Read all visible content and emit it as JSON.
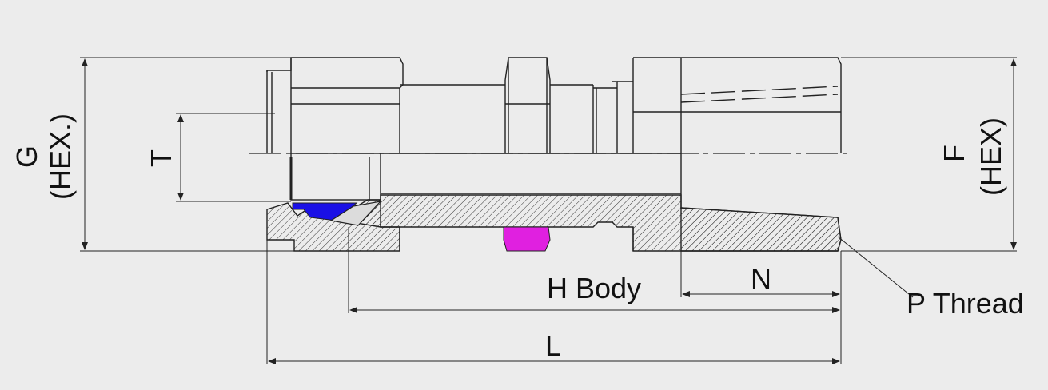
{
  "labels": {
    "g": "G",
    "g_hex": "(HEX.)",
    "t": "T",
    "f": "F",
    "f_hex": "(HEX)",
    "h_body": "H Body",
    "n": "N",
    "p_thread": "P Thread",
    "l": "L"
  },
  "colors": {
    "background": "#ececec",
    "line": "#222222",
    "ferrule_back": "#1a10e6",
    "seal": "#e020e0"
  }
}
